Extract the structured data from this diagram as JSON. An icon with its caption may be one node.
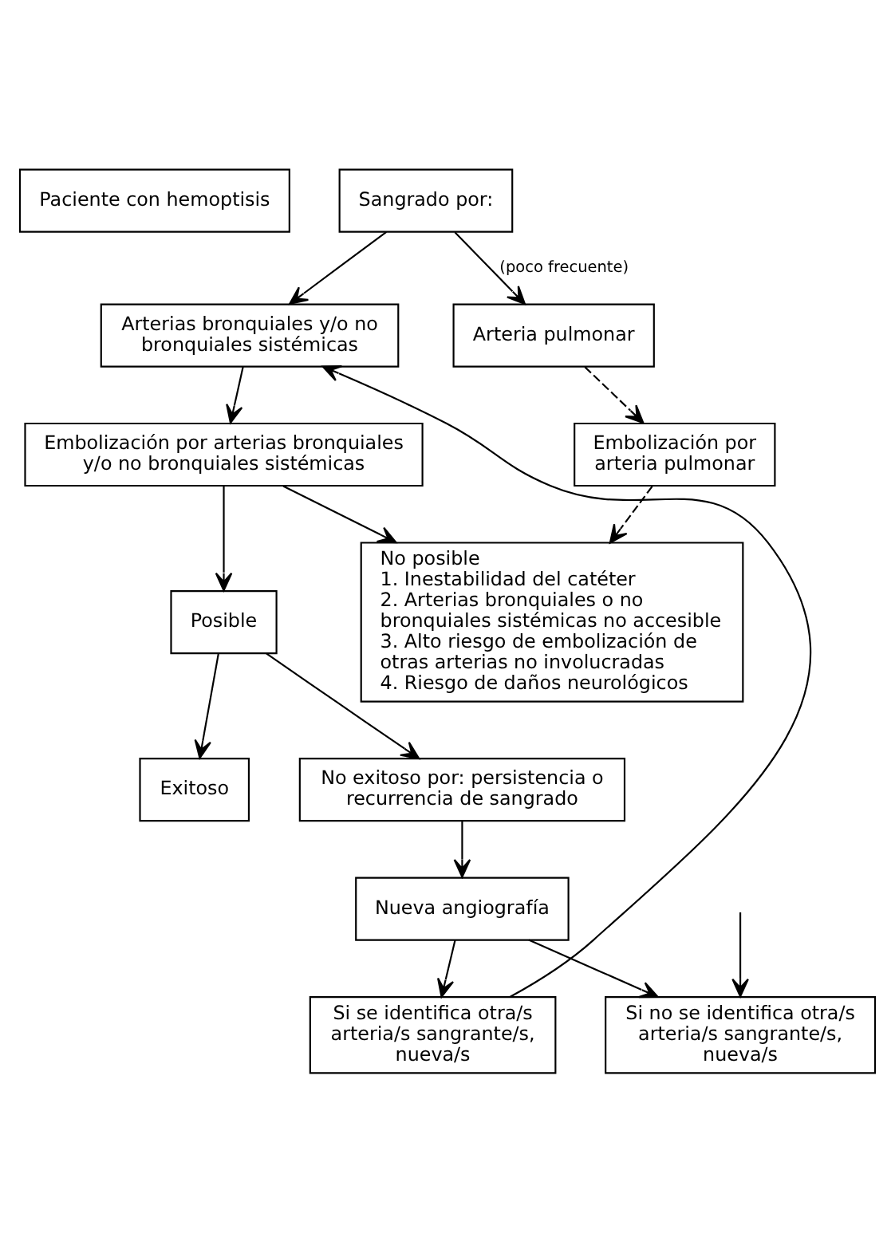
{
  "diagram": {
    "nodes": [
      {
        "text": [
          "Paciente con hemoptisis"
        ]
      },
      {
        "text": [
          "Sangrado por:"
        ]
      },
      {
        "text": [
          "Arterias bronquiales y/o no bronquiales sistémicas"
        ]
      },
      {
        "text": [
          "Arteria pulmonar"
        ]
      },
      {
        "text": [
          "Embolización por arterias bronquiales y/o no bronquiales sistémicas"
        ]
      },
      {
        "text": [
          "Embolización por arteria pulmonar"
        ]
      },
      {
        "text": [
          "Posible"
        ]
      },
      {
        "text": [
          "No posible",
          "1. Inestabilidad del catéter",
          "2. Arterias bronquiales o no bronquiales sistémicas no accesible",
          "3. Alto riesgo de embolización de otras arterias no involucradas",
          "4. Riesgo de daños neurológicos"
        ]
      },
      {
        "text": [
          "Exitoso"
        ]
      },
      {
        "text": [
          "No exitoso por: persistencia o recurrencia de sangrado"
        ]
      },
      {
        "text": [
          "Nueva angiografía"
        ]
      },
      {
        "text": [
          "Si se identifica otra/s arteria/s sangrante/s, nueva/s"
        ]
      },
      {
        "text": [
          "Si no se identifica otra/s arteria/s sangrante/s, nueva/s"
        ]
      }
    ],
    "edges": [
      {
        "from": 1,
        "to": 2,
        "arrow": "to"
      },
      {
        "from": 1,
        "to": 3,
        "arrow": "to",
        "label": "(poco frecuente)"
      },
      {
        "from": 2,
        "to": 4,
        "arrow": "to"
      },
      {
        "from": 3,
        "to": 5,
        "arrow": "to",
        "style": "dashed"
      },
      {
        "from": 4,
        "to": 6,
        "arrow": "to"
      },
      {
        "from": 4,
        "to": 7,
        "arrow": "to"
      },
      {
        "from": 5,
        "to": 7,
        "arrow": "to",
        "style": "dashed"
      },
      {
        "from": 6,
        "to": 8,
        "arrow": "to"
      },
      {
        "from": 6,
        "to": 9,
        "arrow": "to"
      },
      {
        "from": 9,
        "to": 10,
        "arrow": "to"
      },
      {
        "from": 10,
        "to": 11,
        "arrow": "to"
      },
      {
        "from": 10,
        "to": 12,
        "arrow": "to"
      },
      {
        "from": 11,
        "to": 2,
        "arrow": "to"
      },
      {
        "from": null,
        "to": 12,
        "arrow": "to"
      }
    ]
  }
}
